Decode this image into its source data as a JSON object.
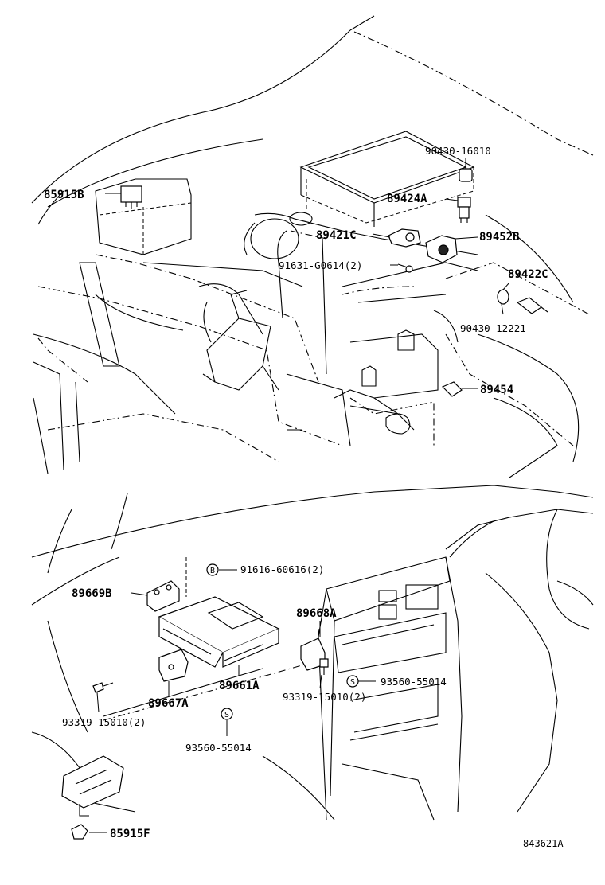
{
  "figure_code": "843621A",
  "callouts": {
    "p85915B": "85915B",
    "p90430_16010": "90430-16010",
    "p89424A": "89424A",
    "p89421C": "89421C",
    "p89452B": "89452B",
    "p91631": "91631-G0614(2)",
    "p89422C": "89422C",
    "p90430_12221": "90430-12221",
    "p89454": "89454",
    "p91616": "91616-60616(2)",
    "p89669B": "89669B",
    "p89668A": "89668A",
    "p93560_r": "93560-55014",
    "p89661A": "89661A",
    "p93319_r": "93319-15010(2)",
    "p89667A": "89667A",
    "p93319_l": "93319-15010(2)",
    "p93560_l": "93560-55014",
    "p85915F": "85915F"
  },
  "symbols": {
    "bolt_marker_letter": "B",
    "screw_marker_letter": "S"
  }
}
